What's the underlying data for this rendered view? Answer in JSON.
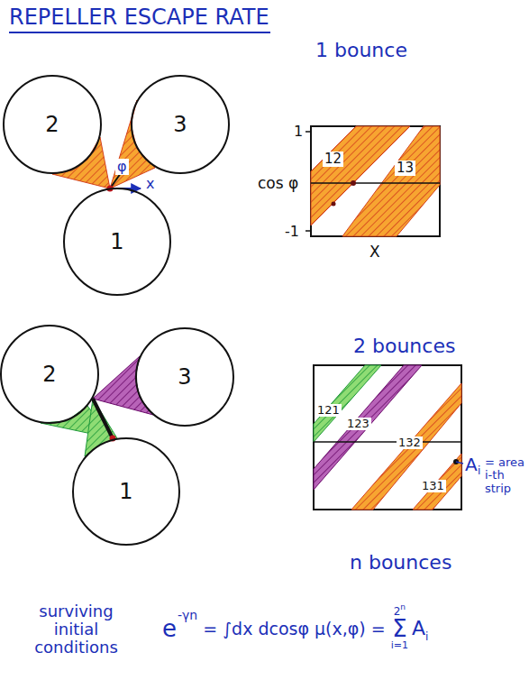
{
  "diagram": {
    "title": "REPELLER ESCAPE RATE",
    "nodes": [
      {
        "text": [
          "2"
        ]
      },
      {
        "text": [
          "3"
        ]
      },
      {
        "text": [
          "1"
        ]
      },
      {
        "text": [
          "2"
        ]
      },
      {
        "text": [
          "3"
        ]
      },
      {
        "text": [
          "1"
        ]
      }
    ],
    "labels": [
      "φ",
      "x",
      "1 bounce",
      "1",
      "-1",
      "cos φ",
      "12",
      "13",
      "X",
      "2 bounces",
      "121",
      "123",
      "132",
      "131",
      "A",
      "i",
      "= area i-th strip",
      "n bounces",
      "surviving initial conditions",
      "e",
      "-γn",
      "= ∫dx dcosφ μ(x,φ) =",
      "Σ",
      "2",
      "n",
      "i=1",
      "A",
      "i"
    ]
  }
}
